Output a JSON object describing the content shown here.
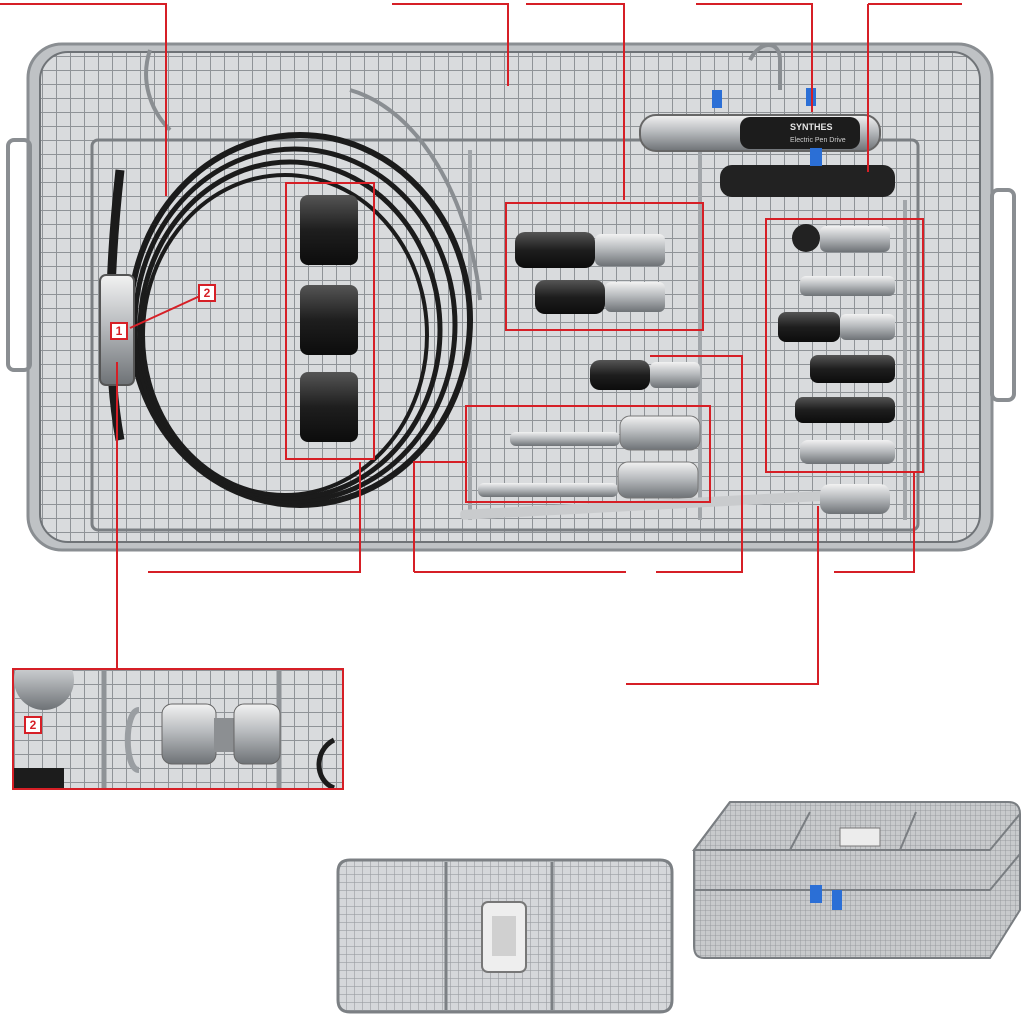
{
  "callouts": {
    "badge_1": "1",
    "badge_2": "2",
    "inset_badge": "2"
  },
  "handpiece_label": {
    "brand": "SYNTHES",
    "product": "Electric Pen Drive"
  },
  "colors": {
    "callout_red": "#d61f26",
    "mesh_gray": "#9ea2a6",
    "cable_black": "#1b1b1b",
    "accent_blue": "#2b6fd6"
  }
}
